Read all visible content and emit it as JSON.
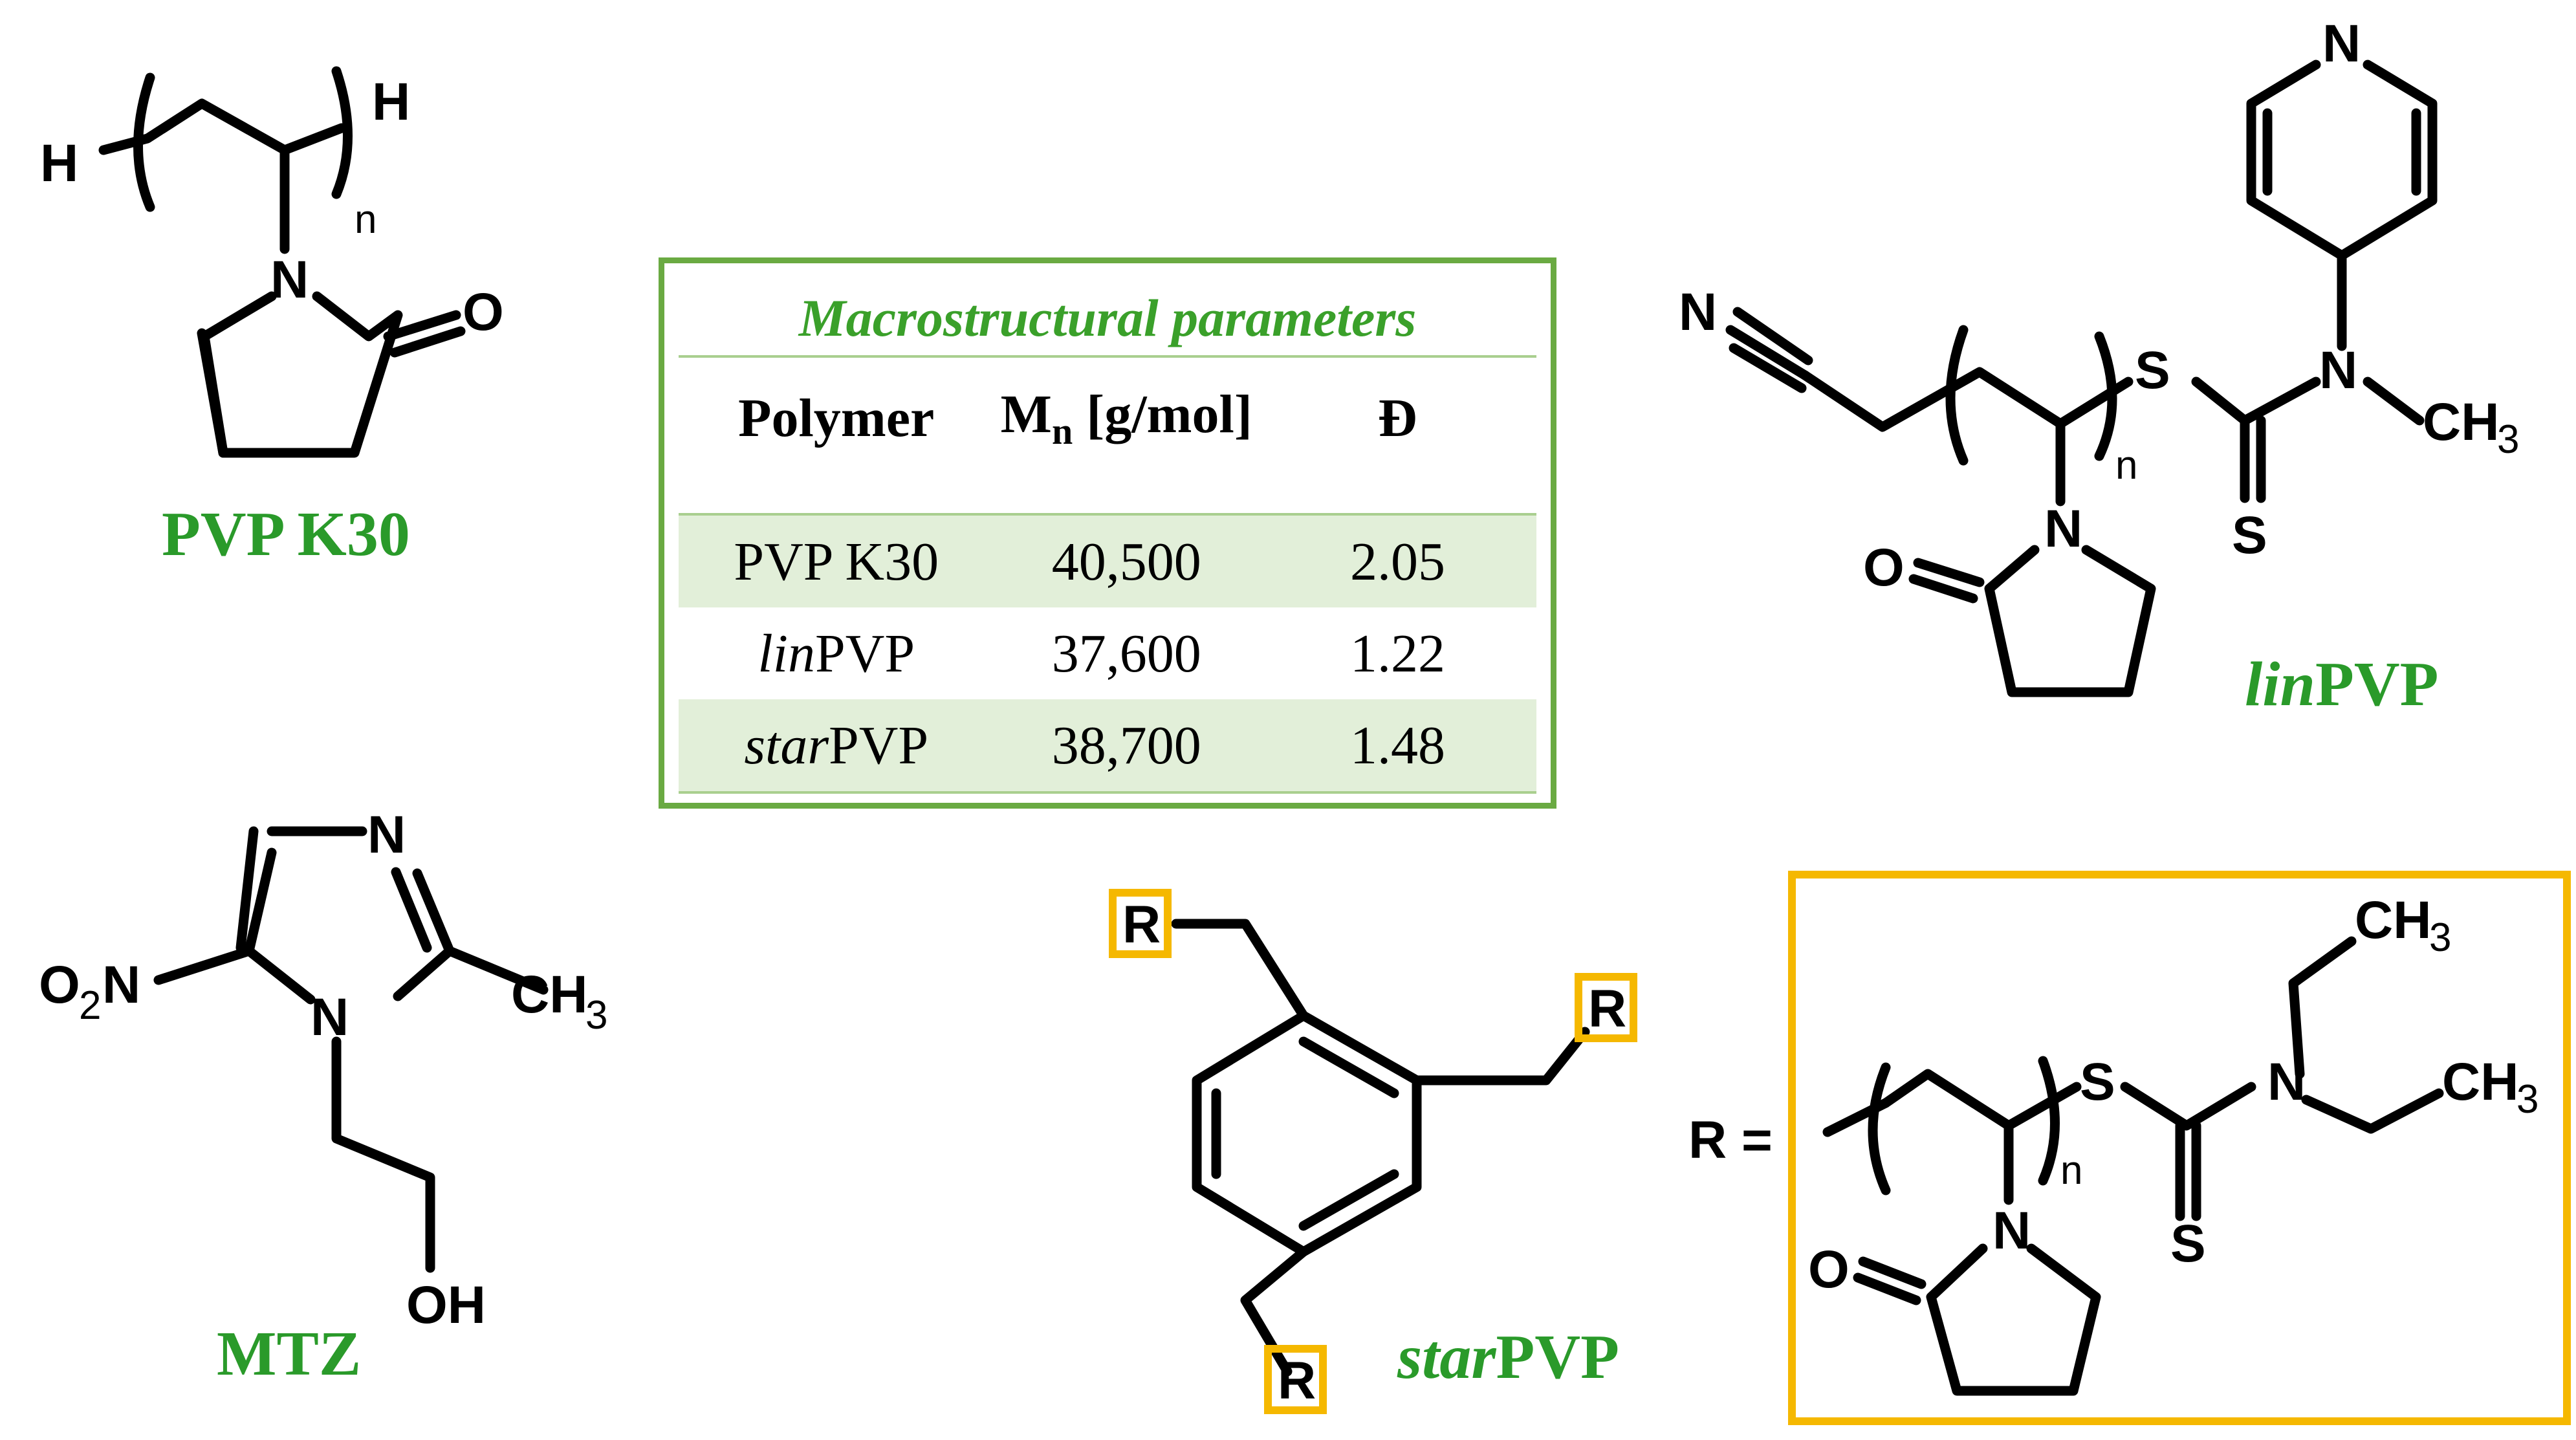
{
  "table": {
    "title": "Macrostructural parameters",
    "headers": {
      "polymer": "Polymer",
      "mn_main": "M",
      "mn_sub": "n",
      "mn_unit": "[g/mol]",
      "dispersity": "Đ"
    },
    "rows": [
      {
        "prefix": "",
        "name": "PVP K30",
        "mn": "40,500",
        "d": "2.05"
      },
      {
        "prefix": "lin",
        "name": "PVP",
        "mn": "37,600",
        "d": "1.22"
      },
      {
        "prefix": "star",
        "name": "PVP",
        "mn": "38,700",
        "d": "1.48"
      }
    ]
  },
  "labels": {
    "pvp_k30": "PVP K30",
    "mtz": "MTZ",
    "lin_prefix": "lin",
    "lin_name": "PVP",
    "star_prefix": "star",
    "star_name": "PVP",
    "r_equals": "R ="
  },
  "atoms": {
    "H": "H",
    "N": "N",
    "O": "O",
    "S": "S",
    "R": "R",
    "n": "n",
    "OH": "OH",
    "CH3": "CH",
    "sub3": "3",
    "O2N_O": "O",
    "O2N_2": "2",
    "O2N_N": "N"
  },
  "colors": {
    "accent_green": "#2a9a2a",
    "table_border": "#6aaa42",
    "row_shade": "#e2efd9",
    "r_box": "#f5b800"
  }
}
